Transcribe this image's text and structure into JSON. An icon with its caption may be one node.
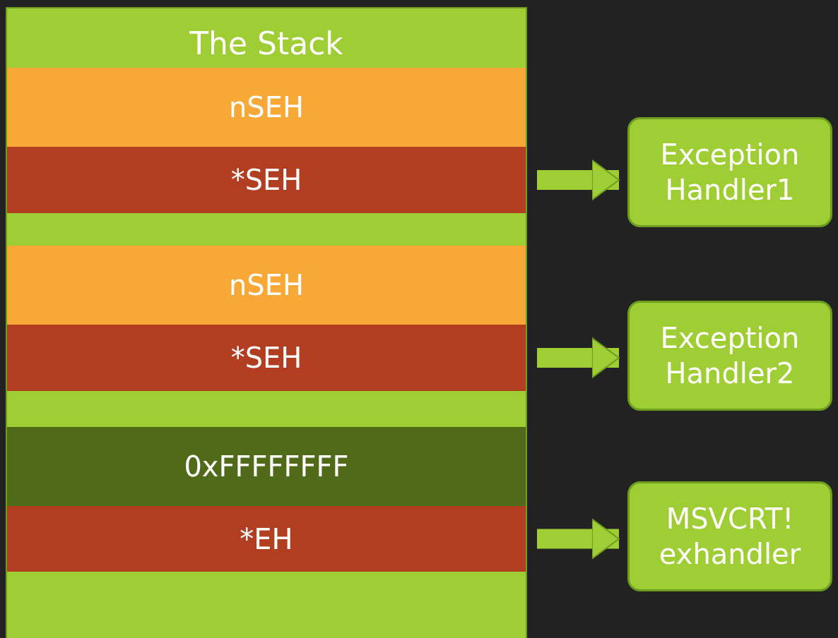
{
  "diagram": {
    "nodes": [
      {
        "text": [
          "The Stack"
        ]
      },
      {
        "text": [
          "nSEH"
        ],
        "in": 0
      },
      {
        "text": [
          "*SEH"
        ],
        "in": 0
      },
      {
        "text": [
          "nSEH"
        ],
        "in": 0
      },
      {
        "text": [
          "*SEH"
        ],
        "in": 0
      },
      {
        "text": [
          "0xFFFFFFFF"
        ],
        "in": 0
      },
      {
        "text": [
          "*EH"
        ],
        "in": 0
      },
      {
        "text": [
          "Exception Handler1"
        ]
      },
      {
        "text": [
          "Exception Handler2"
        ]
      },
      {
        "text": [
          "MSVCRT! exhandler"
        ]
      }
    ],
    "edges": [
      {
        "from": 2,
        "to": 7,
        "arrow": "to"
      },
      {
        "from": 4,
        "to": 8,
        "arrow": "to"
      },
      {
        "from": 6,
        "to": 9,
        "arrow": "to"
      }
    ]
  }
}
